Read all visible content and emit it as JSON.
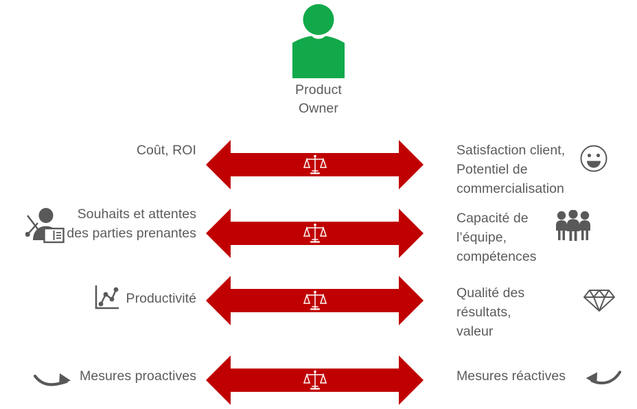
{
  "diagram": {
    "title": "Product Owner balancing trade-offs",
    "colors": {
      "arrow_red": "#C00000",
      "person_green": "#12A94B",
      "text_gray": "#5B5B5B",
      "icon_gray": "#595959",
      "background": "#FFFFFF"
    }
  },
  "header": {
    "icon": "person-icon",
    "label": "Product\nOwner",
    "label_line1": "Product",
    "label_line2": "Owner"
  },
  "arrow": {
    "symbol": "balance-scale",
    "direction": "double-headed",
    "color": "#C00000"
  },
  "rows": [
    {
      "left": {
        "icon": "money-banknotes-icon",
        "label": "Coût, ROI"
      },
      "right": {
        "icon": "smiley-face-icon",
        "label": "Satisfaction client,\nPotentiel de\ncommercialisation"
      }
    },
    {
      "left": {
        "icon": "presenter-person-icon",
        "label": "Souhaits et attentes\ndes parties prenantes"
      },
      "right": {
        "icon": "three-people-icon",
        "label": "Capacité de\nl’équipe,\ncompétences"
      }
    },
    {
      "left": {
        "icon": "line-chart-icon",
        "label": "Productivité"
      },
      "right": {
        "icon": "diamond-gem-icon",
        "label": "Qualité des résultats,\nvaleur"
      }
    },
    {
      "left": {
        "icon": "curved-arrow-right-icon",
        "label": "Mesures proactives"
      },
      "right": {
        "icon": "curved-arrow-left-icon",
        "label": "Mesures réactives"
      }
    }
  ]
}
